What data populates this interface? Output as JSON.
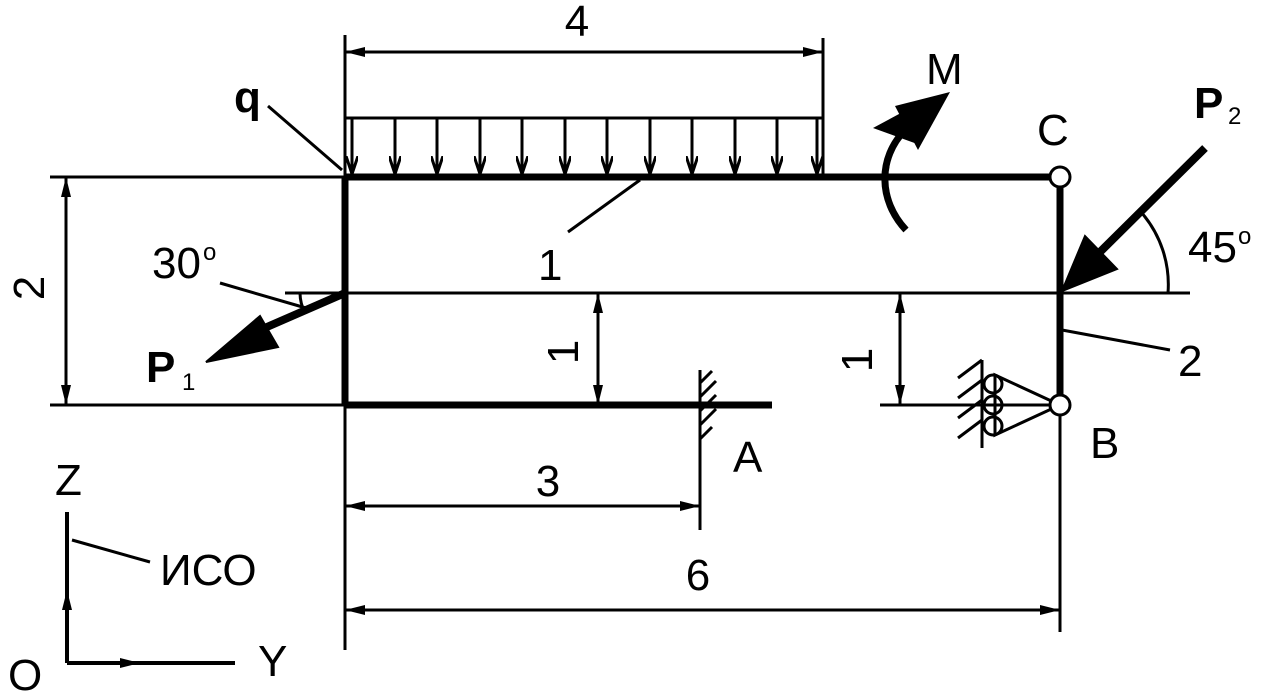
{
  "labels": {
    "dim_top": "4",
    "q": "q",
    "M": "M",
    "C": "C",
    "P2_main": "P",
    "P2_sub": "2",
    "angle45_num": "45",
    "angle45_deg": "o",
    "angle30_num": "30",
    "angle30_deg": "o",
    "dim_left": "2",
    "member1_a": "1",
    "member1_b": "1",
    "P1_main": "P",
    "P1_sub": "1",
    "dim_mid1": "1",
    "dim_right1": "1",
    "member2": "2",
    "A": "A",
    "B": "B",
    "dim_bottom3": "3",
    "dim_bottom6": "6",
    "axis_z": "Z",
    "axis_y": "Y",
    "axis_o": "O",
    "frame": "ИСО"
  },
  "colors": {
    "stroke": "#000000",
    "background": "#ffffff"
  }
}
